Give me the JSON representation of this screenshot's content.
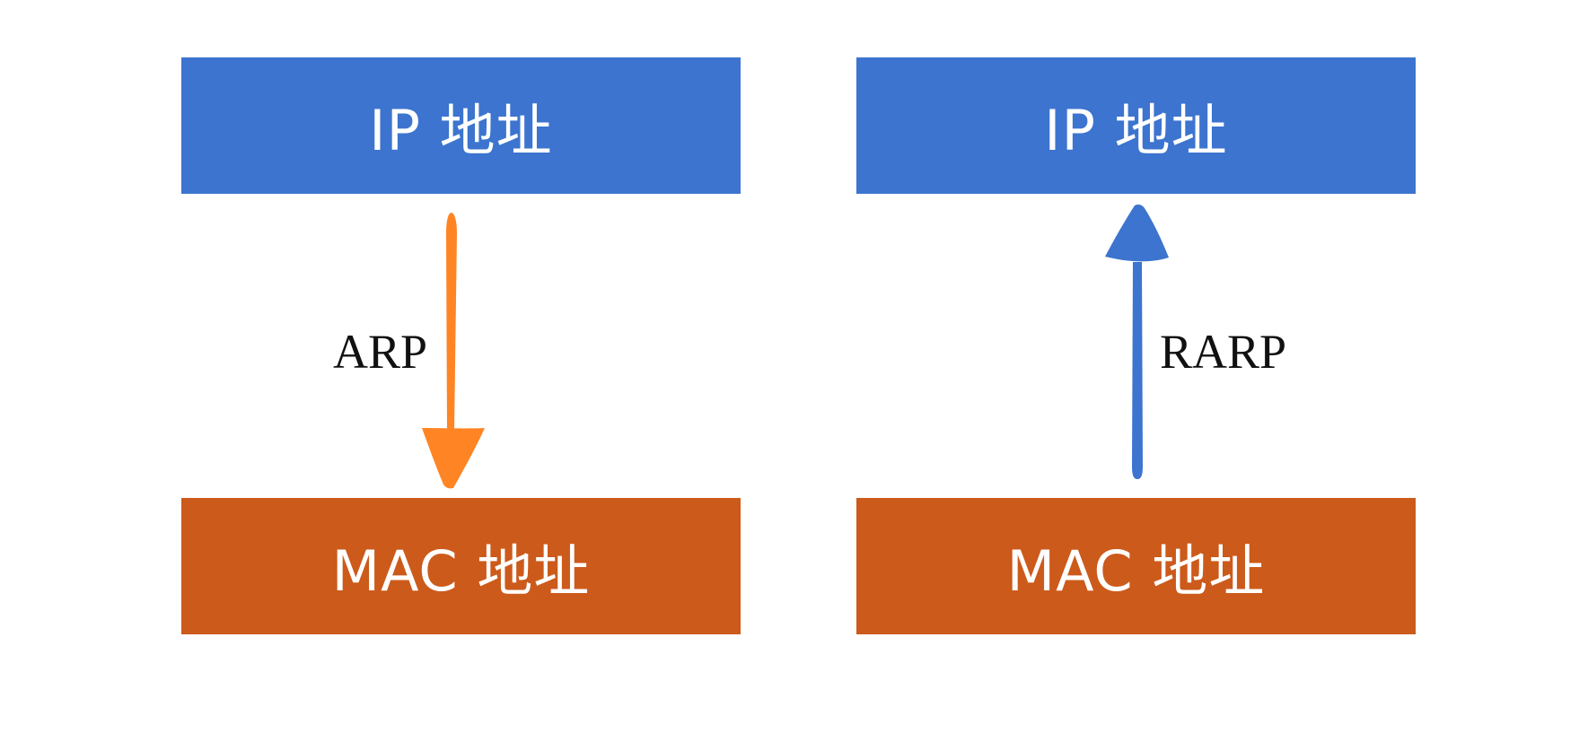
{
  "diagram": {
    "left": {
      "top_box": "IP 地址",
      "bottom_box": "MAC 地址",
      "protocol": "ARP",
      "direction": "down"
    },
    "right": {
      "top_box": "IP 地址",
      "bottom_box": "MAC 地址",
      "protocol": "RARP",
      "direction": "up"
    }
  },
  "colors": {
    "ip_box": "#3C74CF",
    "mac_box": "#CC5A1B",
    "arp_arrow": "#FF8424",
    "rarp_arrow": "#3C74CF",
    "box_text": "#FFFFFF",
    "label_text": "#111111"
  }
}
